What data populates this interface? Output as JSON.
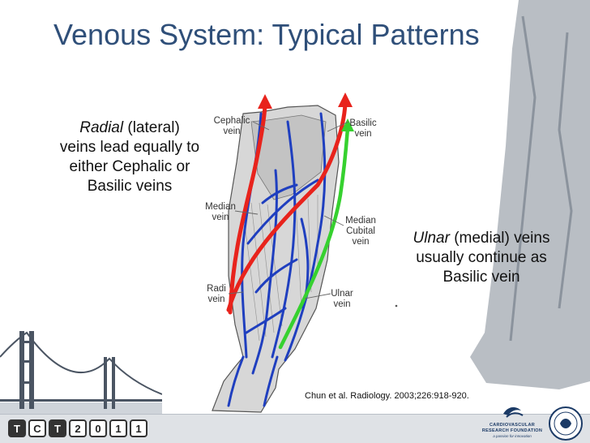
{
  "title": "Venous System: Typical Patterns",
  "notes": {
    "radial": {
      "emph": "Radial",
      "rest": " (lateral)",
      "lines": [
        "veins lead equally to",
        "either Cephalic or",
        "Basilic veins"
      ]
    },
    "ulnar": {
      "emph": "Ulnar",
      "rest": " (medial) veins",
      "lines": [
        "usually continue as",
        "Basilic vein"
      ]
    }
  },
  "labels": {
    "cephalic": [
      "Cephalic",
      "vein"
    ],
    "basilic": [
      "Basilic",
      "vein"
    ],
    "median": [
      "Median",
      "vein"
    ],
    "median_cubital": [
      "Median",
      "Cubital",
      "vein"
    ],
    "radial": [
      "Radi",
      "vein"
    ],
    "ulnar": [
      "Ulnar",
      "vein"
    ]
  },
  "citation": "Chun et al. Radiology. 2003;226:918-920.",
  "footer": {
    "logo_chars": [
      "T",
      "C",
      "T",
      "2",
      "0",
      "1",
      "1"
    ],
    "org_name": [
      "CARDIOVASCULAR",
      "RESEARCH FOUNDATION"
    ],
    "org_tag": "a passion for innovation"
  },
  "colors": {
    "title": "#2f4f79",
    "vein": "#1f3fbf",
    "arrow_red": "#e8231c",
    "arrow_green": "#36d12f"
  },
  "icons": {
    "logo": "tct-2011-logo",
    "bridge": "golden-gate-bridge-icon",
    "crf": "crf-logo-icon",
    "seal": "society-seal-icon"
  }
}
